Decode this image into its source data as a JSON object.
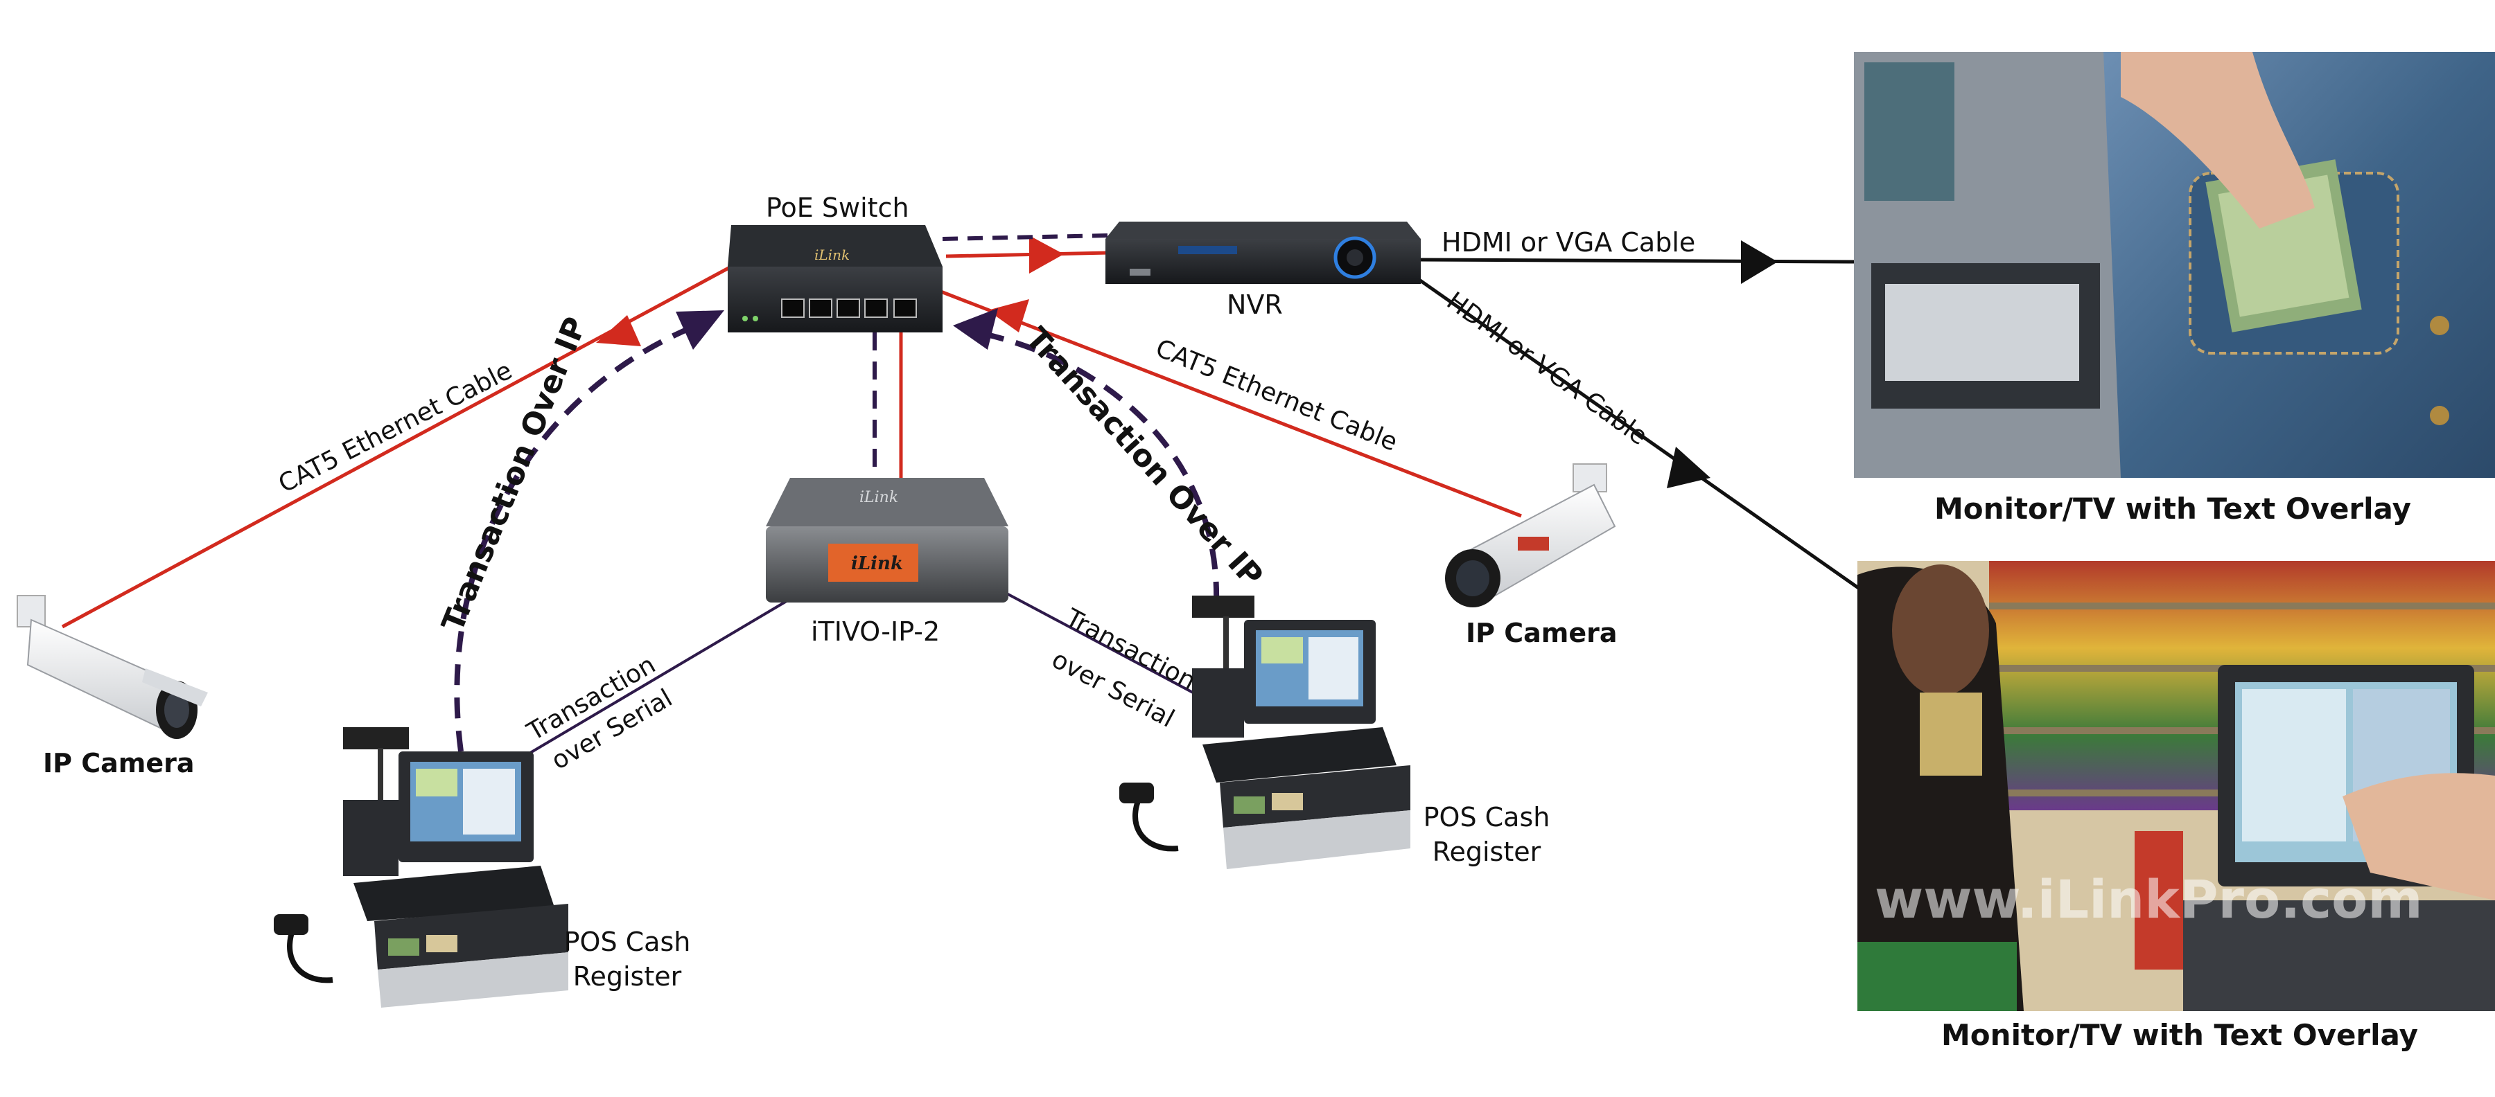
{
  "devices": {
    "poe_switch": {
      "label": "PoE Switch",
      "brand": "iLink"
    },
    "nvr": {
      "label": "NVR"
    },
    "itivo": {
      "label": "iTIVO-IP-2",
      "brand": "iLink"
    },
    "camera_left": {
      "label": "IP Camera"
    },
    "camera_right": {
      "label": "IP Camera"
    },
    "pos_left": {
      "label_line1": "POS Cash",
      "label_line2": "Register"
    },
    "pos_right": {
      "label_line1": "POS Cash",
      "label_line2": "Register"
    }
  },
  "connections": {
    "cat5_left": "CAT5 Ethernet Cable",
    "cat5_right": "CAT5 Ethernet Cable",
    "txn_ip_left": "Transaction Over IP",
    "txn_ip_right": "Transaction Over IP",
    "txn_serial_left_1": "Transaction",
    "txn_serial_left_2": "over Serial",
    "txn_serial_right_1": "Transaction",
    "txn_serial_right_2": "over Serial",
    "hdmi_top": "HDMI or VGA Cable",
    "hdmi_diag": "HDMI or VGA Cable"
  },
  "monitors": {
    "top_caption": "Monitor/TV with Text Overlay",
    "bottom_caption": "Monitor/TV with Text Overlay",
    "watermark": "www.iLinkPro.com"
  },
  "colors": {
    "ethernet_red": "#d22a1e",
    "transaction_purple": "#2e1a4a",
    "hdmi_black": "#111111"
  }
}
